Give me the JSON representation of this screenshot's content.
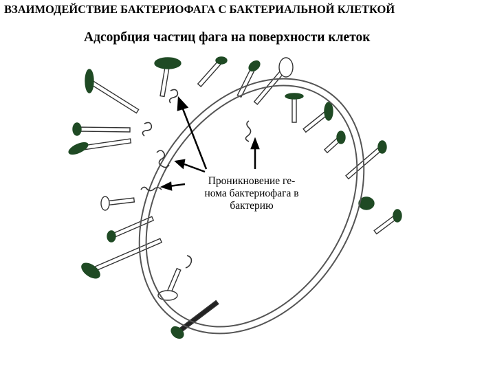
{
  "header": {
    "title": "ВЗАИМОДЕЙСТВИЕ БАКТЕРИОФАГА С БАКТЕРИАЛЬНОЙ КЛЕТКОЙ",
    "subtitle": "Адсорбция частиц фага на поверхности клеток"
  },
  "diagram": {
    "caption_lines": [
      "Проникновение ге-",
      "нома бактериофага в",
      "бактерию"
    ],
    "colors": {
      "phage_head": "#1f4a24",
      "empty_head": "#ffffff",
      "outline": "#333333",
      "cell_wall": "#555555"
    }
  }
}
